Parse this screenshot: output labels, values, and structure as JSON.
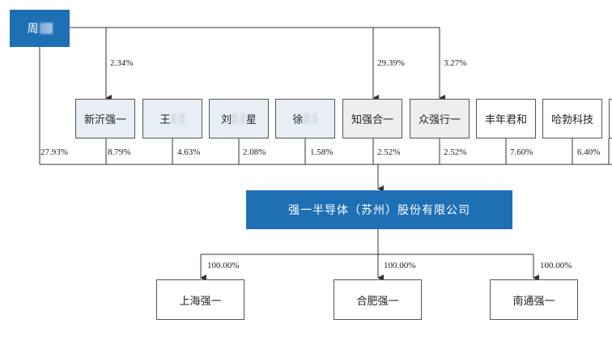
{
  "diagram": {
    "top_shareholder": {
      "label": "周"
    },
    "top_links": [
      {
        "pct": "2.34%"
      },
      {
        "pct": "29.39%"
      },
      {
        "pct": "3.27%"
      }
    ],
    "direct_pct": "27.93%",
    "shareholders": [
      {
        "label": "新沂强一",
        "pct": "8.79%",
        "fill": "#e8eef6"
      },
      {
        "label": "王",
        "pct": "4.63%",
        "fill": "#e8eef6"
      },
      {
        "label": "刘",
        "label2": "星",
        "pct": "2.08%",
        "fill": "#e8eef6"
      },
      {
        "label": "徐",
        "pct": "1.58%",
        "fill": "#e8eef6"
      },
      {
        "label": "知强合一",
        "pct": "2.52%",
        "fill": "#eeeeee"
      },
      {
        "label": "众强行一",
        "pct": "2.52%",
        "fill": "#eeeeee"
      },
      {
        "label": "丰年君和",
        "pct": "7.60%",
        "fill": "#ffffff"
      },
      {
        "label": "哈勃科技",
        "pct": "6.40%",
        "fill": "#ffffff"
      }
    ],
    "company": {
      "label": "强一半导体（苏州）股份有限公司"
    },
    "subsidiaries": [
      {
        "label": "上海强一",
        "pct": "100.00%"
      },
      {
        "label": "合肥强一",
        "pct": "100.00%"
      },
      {
        "label": "南通强一",
        "pct": "100.00%"
      }
    ],
    "colors": {
      "primary": "#1f6fb5",
      "line": "#333333"
    }
  }
}
